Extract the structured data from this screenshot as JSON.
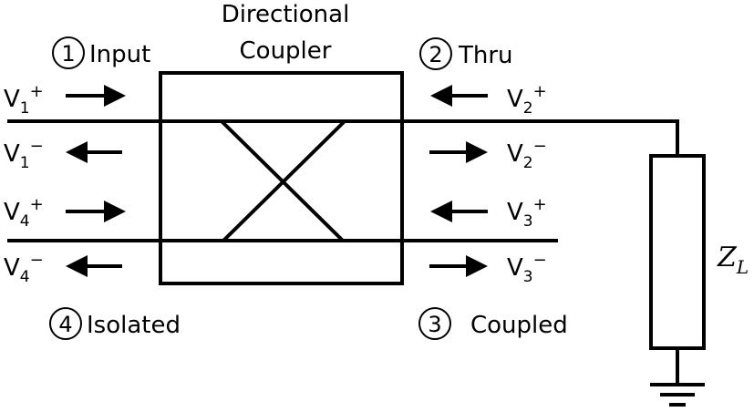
{
  "title": {
    "line1": "Directional",
    "line2": "Coupler"
  },
  "ports": [
    {
      "number": "1",
      "name": "Input"
    },
    {
      "number": "2",
      "name": "Thru"
    },
    {
      "number": "3",
      "name": "Coupled"
    },
    {
      "number": "4",
      "name": "Isolated"
    }
  ],
  "voltages": {
    "v1p": {
      "base": "V",
      "sub": "1",
      "sup": "+"
    },
    "v1m": {
      "base": "V",
      "sub": "1",
      "sup": "−"
    },
    "v4p": {
      "base": "V",
      "sub": "4",
      "sup": "+"
    },
    "v4m": {
      "base": "V",
      "sub": "4",
      "sup": "−"
    },
    "v2p": {
      "base": "V",
      "sub": "2",
      "sup": "+"
    },
    "v2m": {
      "base": "V",
      "sub": "2",
      "sup": "−"
    },
    "v3p": {
      "base": "V",
      "sub": "3",
      "sup": "+"
    },
    "v3m": {
      "base": "V",
      "sub": "3",
      "sup": "−"
    }
  },
  "load": {
    "base": "Z",
    "sub": "L"
  },
  "colors": {
    "stroke": "#000000",
    "background": "#ffffff"
  }
}
